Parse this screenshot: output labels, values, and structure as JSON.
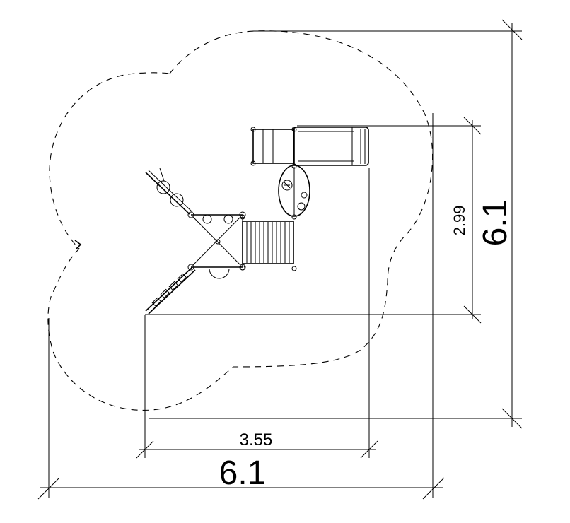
{
  "dimensions": {
    "overall_width": "6.1",
    "overall_depth": "6.1",
    "equipment_width": "3.55",
    "equipment_depth": "2.99"
  },
  "colors": {
    "line": "#000000",
    "background": "#ffffff"
  }
}
